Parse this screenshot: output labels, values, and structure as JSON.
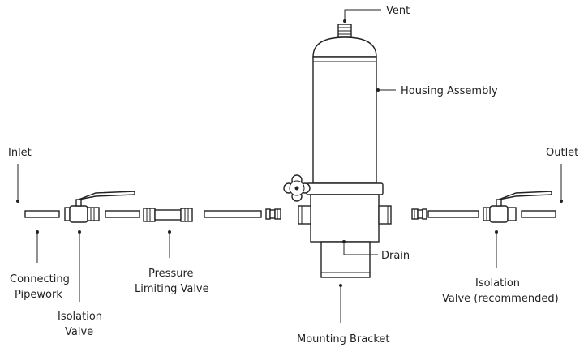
{
  "labels": {
    "vent": "Vent",
    "housing": "Housing Assembly",
    "inlet": "Inlet",
    "outlet": "Outlet",
    "connecting_1": "Connecting",
    "connecting_2": "Pipework",
    "isolation_left_1": "Isolation",
    "isolation_left_2": "Valve",
    "pressure_1": "Pressure",
    "pressure_2": "Limiting Valve",
    "drain": "Drain",
    "mounting": "Mounting Bracket",
    "isolation_right_1": "Isolation",
    "isolation_right_2": "Valve (recommended)"
  }
}
